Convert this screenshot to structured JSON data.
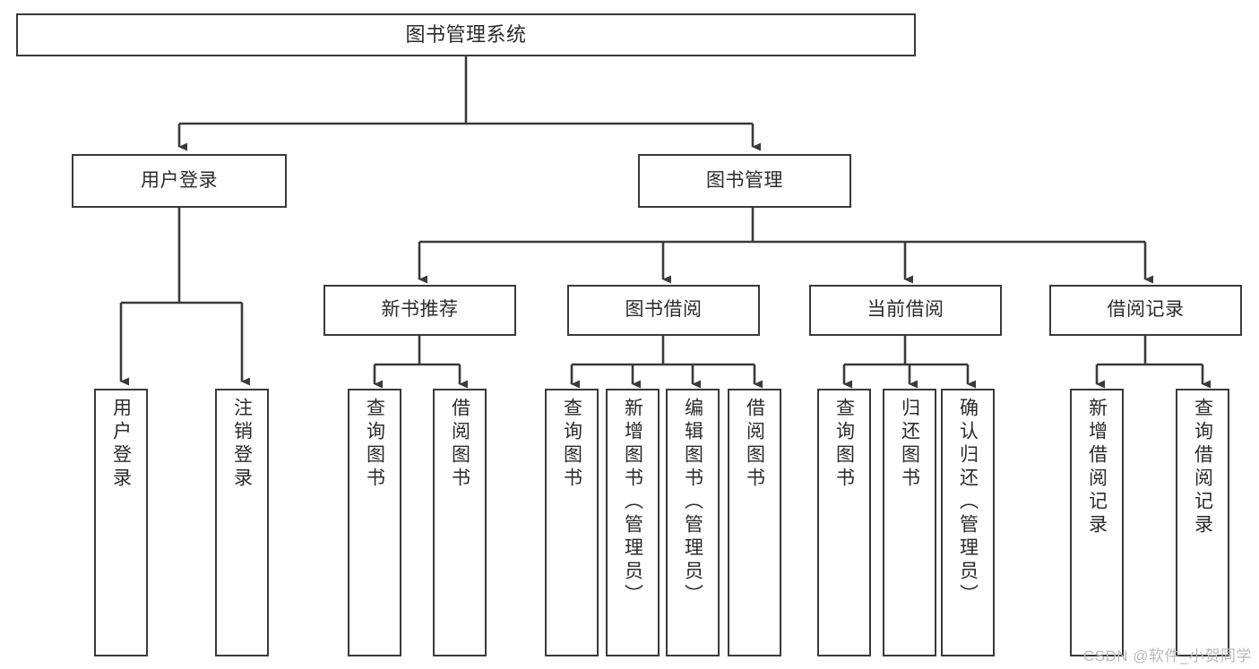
{
  "diagram": {
    "type": "tree-hierarchy-chart",
    "title": "图书管理系统",
    "colors": {
      "background": "#ffffff",
      "box_stroke": "#3a3a3a",
      "box_fill": "#ffffff",
      "text": "#2b2b2b",
      "connector": "#3a3a3a",
      "watermark": "#b9b9b9"
    },
    "root": {
      "label": "图书管理系统"
    },
    "level2": [
      {
        "label": "用户登录"
      },
      {
        "label": "图书管理"
      }
    ],
    "level3": [
      {
        "label": "新书推荐"
      },
      {
        "label": "图书借阅"
      },
      {
        "label": "当前借阅"
      },
      {
        "label": "借阅记录"
      }
    ],
    "leaves": {
      "user_login": [
        {
          "label": "用户登录"
        },
        {
          "label": "注销登录"
        }
      ],
      "new_book": [
        {
          "label": "查询图书"
        },
        {
          "label": "借阅图书"
        }
      ],
      "book_borrow": [
        {
          "label": "查询图书"
        },
        {
          "label": "新增图书（管理员）"
        },
        {
          "label": "编辑图书（管理员）"
        },
        {
          "label": "借阅图书"
        }
      ],
      "current_borrow": [
        {
          "label": "查询图书"
        },
        {
          "label": "归还图书"
        },
        {
          "label": "确认归还（管理员）"
        }
      ],
      "borrow_record": [
        {
          "label": "新增借阅记录"
        },
        {
          "label": "查询借阅记录"
        }
      ]
    },
    "watermark": "CSDN @软件_小贺同学"
  }
}
